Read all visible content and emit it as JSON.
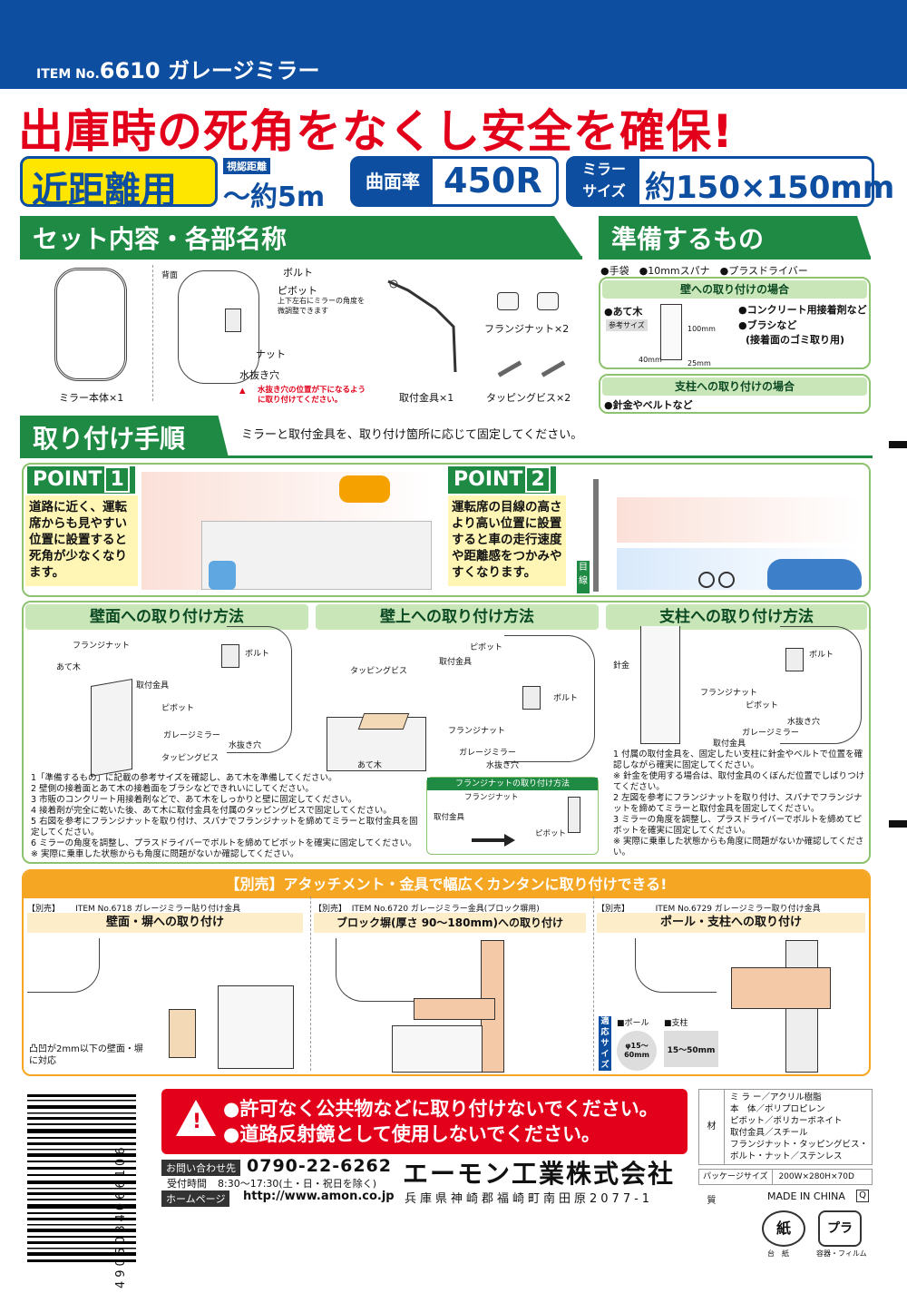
{
  "header": {
    "item_prefix": "ITEM No.",
    "item_no": "6610",
    "product": "ガレージミラー"
  },
  "headline": "出庫時の死角をなくし安全を確保!",
  "specs": {
    "type": "近距離用",
    "distance_label": "視認距離",
    "distance": "〜約5m",
    "curvature_label": "曲面率",
    "curvature": "450R",
    "size_label1": "ミラー",
    "size_label2": "サイズ",
    "size": "約150×150mm"
  },
  "set_contents": {
    "title": "セット内容・各部名称",
    "mirror": "ミラー本体×1",
    "back": "背面",
    "bolt": "ボルト",
    "pivot": "ピボット",
    "pivot_note": "上下左右にミラーの角度を微調整できます",
    "nut": "ナット",
    "drain": "水抜き穴",
    "drain_warning": "水抜き穴の位置が下になるように取り付けてください。",
    "bracket": "取付金具×1",
    "flange_nut": "フランジナット×2",
    "tapping": "タッピングビス×2"
  },
  "prepare": {
    "title": "準備するもの",
    "items": "●手袋　●10mmスパナ　●プラスドライバー",
    "wall_title": "壁への取り付けの場合",
    "wood": "●あて木",
    "ref_size": "参考サイズ",
    "dim1": "100mm",
    "dim2": "40mm",
    "dim3": "25mm",
    "glue": "●コンクリート用接着剤など",
    "brush": "●ブラシなど",
    "brush_note": "(接着面のゴミ取り用)",
    "pole_title": "支柱への取り付けの場合",
    "pole_items": "●針金やベルトなど"
  },
  "procedure": {
    "title": "取り付け手順",
    "desc": "ミラーと取付金具を、取り付け箇所に応じて固定してください。"
  },
  "point1": {
    "label": "POINT",
    "num": "1",
    "text": "道路に近く、運転席からも見やすい位置に設置すると死角が少なくなります。"
  },
  "point2": {
    "label": "POINT",
    "num": "2",
    "text": "運転席の目線の高さより高い位置に設置すると車の走行速度や距離感をつかみやすくなります。",
    "eye": "目線"
  },
  "methods": {
    "wall": {
      "title": "壁面への取り付け方法",
      "labels": [
        "フランジナット",
        "あて木",
        "取付金具",
        "ピボット",
        "ガレージミラー",
        "タッピングビス",
        "ボルト",
        "水抜き穴"
      ]
    },
    "top": {
      "title": "壁上への取り付け方法",
      "labels": [
        "タッピングビス",
        "取付金具",
        "ピボット",
        "ボルト",
        "フランジナット",
        "あて木",
        "ガレージミラー",
        "水抜き穴"
      ]
    },
    "pole": {
      "title": "支柱への取り付け方法",
      "labels": [
        "針金",
        "フランジナット",
        "ボルト",
        "ピボット",
        "水抜き穴",
        "取付金具",
        "ガレージミラー"
      ]
    }
  },
  "steps_left": [
    "1「準備するもの」に記載の参考サイズを確認し、あて木を準備してください。",
    "2 壁側の接着面とあて木の接着面をブラシなどできれいにしてください。",
    "3 市販のコンクリート用接着剤などで、あて木をしっかりと壁に固定してください。",
    "4 接着剤が完全に乾いた後、あて木に取付金具を付属のタッピングビスで固定してください。",
    "5 右図を参考にフランジナットを取り付け、スパナでフランジナットを締めてミラーと取付金具を固定してください。",
    "6 ミラーの角度を調整し、プラスドライバーでボルトを締めてピボットを確実に固定してください。",
    "※ 実際に乗車した状態からも角度に問題がないか確認してください。"
  ],
  "flange_box": {
    "title": "フランジナットの取り付け方法",
    "nut": "フランジナット",
    "bracket": "取付金具",
    "pivot": "ピボット"
  },
  "steps_right": [
    "1 付属の取付金具を、固定したい支柱に針金やベルトで位置を確認しながら確実に固定してください。",
    "※ 針金を使用する場合は、取付金具のくぼんだ位置でしばりつけてください。",
    "2 左図を参考にフランジナットを取り付け、スパナでフランジナットを締めてミラーと取付金具を固定してください。",
    "3 ミラーの角度を調整し、プラスドライバーでボルトを締めてピボットを確実に固定してください。",
    "※ 実際に乗車した状態からも角度に問題がないか確認してください。"
  ],
  "options": {
    "title": "【別売】アタッチメント・金具で幅広くカンタンに取り付けできる!",
    "items": [
      {
        "tag": "【別売】",
        "item": "ITEM No.6718 ガレージミラー貼り付け金具",
        "title": "壁面・塀への取り付け",
        "note": "凸凹が2mm以下の壁面・塀に対応"
      },
      {
        "tag": "【別売】",
        "item": "ITEM No.6720 ガレージミラー金具(ブロック塀用)",
        "title": "ブロック塀(厚さ 90〜180mm)への取り付け",
        "note": ""
      },
      {
        "tag": "【別売】",
        "item": "ITEM No.6729 ガレージミラー取り付け金具",
        "title": "ポール・支柱への取り付け",
        "note": ""
      }
    ],
    "compat": "適応サイズ",
    "pole": "■ポール",
    "post": "■支柱",
    "pole_size": "φ15〜60mm",
    "post_size": "15〜50mm"
  },
  "warnings": [
    "●許可なく公共物などに取り付けないでください。",
    "●道路反射鏡として使用しないでください。"
  ],
  "contact": {
    "inquiry": "お問い合わせ先",
    "phone": "0790-22-6262",
    "hours_label": "受付時間",
    "hours": "8:30〜17:30(土・日・祝日を除く)",
    "hp_label": "ホームページ",
    "url": "http://www.amon.co.jp",
    "company": "エーモン工業株式会社",
    "address": "兵庫県神崎郡福崎町南田原2077-1"
  },
  "materials": {
    "label": "材　質",
    "lines": [
      "ミ ラ ー／アクリル樹脂",
      "本　体／ポリプロピレン",
      "ピボット／ポリカーボネイト",
      "取付金具／スチール",
      "フランジナット・タッピングビス・",
      "ボルト・ナット／ステンレス"
    ],
    "package_label": "パッケージサイズ",
    "package": "200W×280H×70D"
  },
  "made_in": "MADE IN CHINA",
  "made_mark": "Q",
  "recycle": {
    "paper": "紙",
    "paper_label": "台　紙",
    "pla": "プラ",
    "pla_label": "容器・フィルム"
  },
  "barcode": "4905034066106",
  "colors": {
    "blue": "#0d4ea0",
    "red": "#e2001a",
    "green": "#1f8a44",
    "yellow": "#ffe600"
  }
}
